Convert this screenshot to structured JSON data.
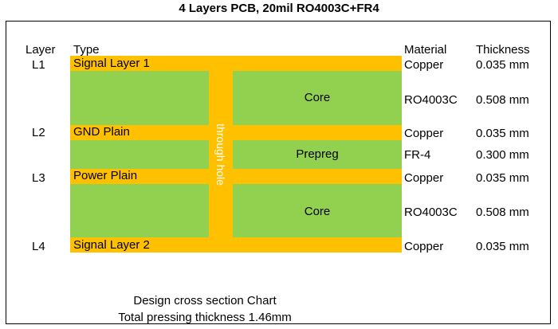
{
  "title": "4 Layers PCB, 20mil RO4003C+FR4",
  "headers": {
    "layer": "Layer",
    "type": "Type",
    "material": "Material",
    "thickness": "Thickness"
  },
  "stack": [
    {
      "layer": "L1",
      "type": "Signal Layer 1",
      "material": "Copper",
      "thickness": "0.035 mm"
    },
    {
      "layer": "",
      "type": "Core",
      "material": "RO4003C",
      "thickness": "0.508 mm"
    },
    {
      "layer": "L2",
      "type": "GND Plain",
      "material": "Copper",
      "thickness": "0.035 mm"
    },
    {
      "layer": "",
      "type": "Prepreg",
      "material": "FR-4",
      "thickness": "0.300 mm"
    },
    {
      "layer": "L3",
      "type": "Power Plain",
      "material": "Copper",
      "thickness": "0.035 mm"
    },
    {
      "layer": "",
      "type": "Core",
      "material": "RO4003C",
      "thickness": "0.508 mm"
    },
    {
      "layer": "L4",
      "type": "Signal Layer 2",
      "material": "Copper",
      "thickness": "0.035 mm"
    }
  ],
  "via_label": "through hole",
  "caption": {
    "line1": "Design cross section Chart",
    "line2": "Total pressing thickness 1.46mm"
  },
  "colors": {
    "copper": "#ffc000",
    "dielectric": "#92d050",
    "via_text": "#ffffff"
  }
}
